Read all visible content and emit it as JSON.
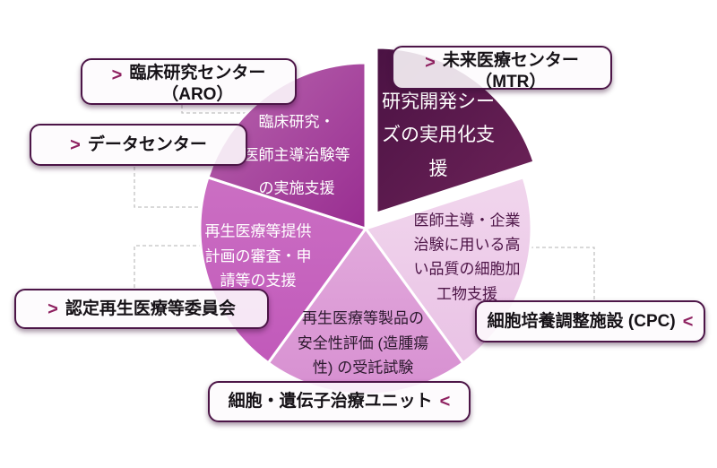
{
  "diagram": {
    "background_color": "#ffffff",
    "border_color": "#4c1547",
    "chevron_color": "#8e2160",
    "connector_color": "#c2c2c2",
    "slices": [
      {
        "name": "seeds-commercialization",
        "label": "研究開発シー\nズの実用化支\n援",
        "c1": "#4a1243",
        "c2": "#6e2359",
        "text_color": "#ffffff"
      },
      {
        "name": "cell-processing-support",
        "label": "医師主導・企業\n治験に用いる高\nい品質の細胞加\n工物支援",
        "c1": "#f1d6ed",
        "c2": "#e9c2e5",
        "text_color": "#4d1547"
      },
      {
        "name": "safety-evaluation",
        "label": "再生医療等製品の\n安全性評価 (造腫瘍\n性) の受託試験",
        "c1": "#e2aadc",
        "c2": "#d78fd1",
        "text_color": "#2c192e"
      },
      {
        "name": "regenerative-plan-review",
        "label": "再生医療等提供\n計画の審査・申\n請等の支援",
        "c1": "#cb6fc3",
        "c2": "#c159ba",
        "text_color": "#ffffff"
      },
      {
        "name": "clinical-trial-support",
        "label": "臨床研究・\n医師主導治験等\nの実施支援",
        "c1": "#b765ad",
        "c2": "#992d91",
        "text_color": "#ffffff"
      }
    ],
    "callouts": [
      {
        "name": "aro",
        "label": "臨床研究センター\n（ARO）",
        "chevron": ">"
      },
      {
        "name": "data-center",
        "label": "データセンター",
        "chevron": ">"
      },
      {
        "name": "certified-committee",
        "label": "認定再生医療等委員会",
        "chevron": ">"
      },
      {
        "name": "mtr",
        "label": "未来医療センター\n（MTR）",
        "chevron": ">"
      },
      {
        "name": "cell-gene-therapy-unit",
        "label": "細胞・遺伝子治療ユニット",
        "chevron": "<"
      },
      {
        "name": "cpc",
        "label": "細胞培養調整施設 (CPC)",
        "chevron": "<"
      }
    ]
  }
}
